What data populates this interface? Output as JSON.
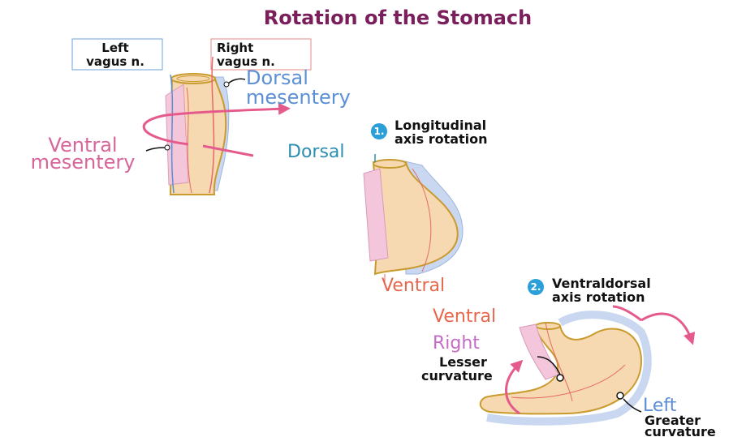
{
  "title": "Rotation of the Stomach",
  "labels": {
    "left_vagus_1": "Left",
    "left_vagus_2": "vagus n.",
    "right_vagus_1": "Right",
    "right_vagus_2": "vagus n.",
    "dorsal_mesentery_1": "Dorsal",
    "dorsal_mesentery_2": "mesentery",
    "ventral_mesentery_1": "Ventral",
    "ventral_mesentery_2": "mesentery",
    "dorsal": "Dorsal",
    "ventral_mid": "Ventral",
    "ventral_bottom": "Ventral",
    "right": "Right",
    "left": "Left",
    "lesser_1": "Lesser",
    "lesser_2": "curvature",
    "greater_1": "Greater",
    "greater_2": "curvature"
  },
  "steps": [
    {
      "number": "1.",
      "line1": "Longitudinal",
      "line2": "axis rotation"
    },
    {
      "number": "2.",
      "line1": "Ventraldorsal",
      "line2": "axis rotation"
    }
  ],
  "colors": {
    "title": "#7a1f5c",
    "tissue_fill": "#f6d9b0",
    "tissue_stroke": "#c99a2e",
    "mesentery_ventral": "#f4c6dc",
    "mesentery_dorsal": "#c9d8f0",
    "arrow": "#e55a8c",
    "badge": "#2a9fd8",
    "blue_text": "#5b8fd6",
    "pink_text": "#d8659a",
    "orange_text": "#e8674c",
    "teal_text": "#2d8fb0",
    "purple_text": "#c46cc4"
  }
}
